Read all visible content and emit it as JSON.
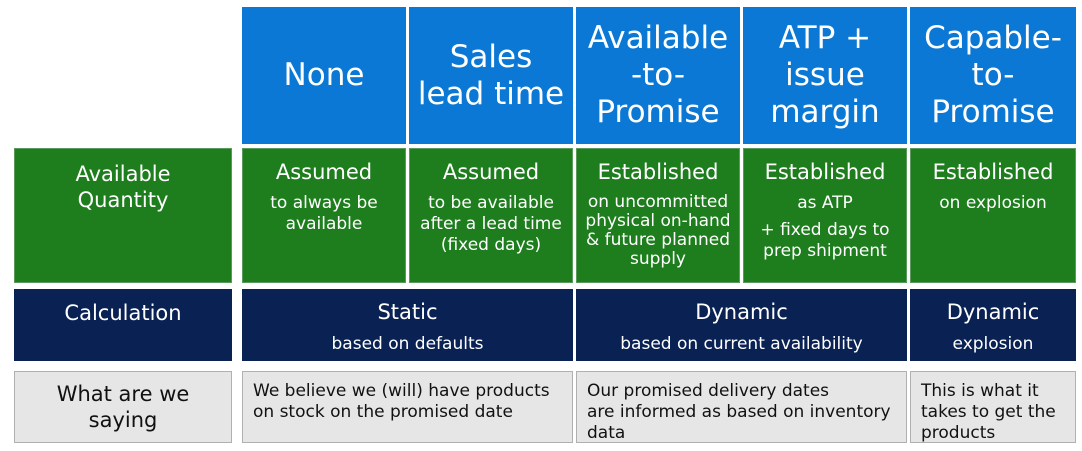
{
  "columns": [
    {
      "id": "none",
      "label": "None"
    },
    {
      "id": "sales-lead-time",
      "label": "Sales\nlead time"
    },
    {
      "id": "atp",
      "label": "Available\n-to-\nPromise"
    },
    {
      "id": "atp-issue-margin",
      "label": "ATP +\nissue\nmargin"
    },
    {
      "id": "ctp",
      "label": "Capable-\nto-\nPromise"
    }
  ],
  "rows": {
    "available_quantity": {
      "label": "Available\nQuantity",
      "cells": [
        {
          "title": "Assumed",
          "sub": "to always be\navailable"
        },
        {
          "title": "Assumed",
          "sub": "to be available\nafter a lead time\n(fixed days)"
        },
        {
          "title": "Established",
          "sub": "on uncommitted\nphysical on-hand\n& future planned\nsupply"
        },
        {
          "title": "Established",
          "sub": "as ATP",
          "sub2": "+ fixed days to\nprep shipment"
        },
        {
          "title": "Established",
          "sub": "on explosion"
        }
      ]
    },
    "calculation": {
      "label": "Calculation",
      "cells": [
        {
          "title": "Static",
          "sub": "based on defaults"
        },
        {
          "title": "Dynamic",
          "sub": "based on current availability"
        },
        {
          "title": "Dynamic",
          "sub": "explosion"
        }
      ]
    },
    "saying": {
      "label": "What are we\nsaying",
      "cells": [
        {
          "text": "We believe we (will) have products\non stock on the promised date"
        },
        {
          "text": "Our promised delivery dates\nare informed as based on inventory\ndata"
        },
        {
          "text": "This is what it\ntakes to get the\nproducts"
        }
      ]
    }
  },
  "colors": {
    "header_blue": "#0a78d4",
    "green": "#1e7e1e",
    "navy": "#0a2154",
    "gray": "#e6e6e6"
  }
}
